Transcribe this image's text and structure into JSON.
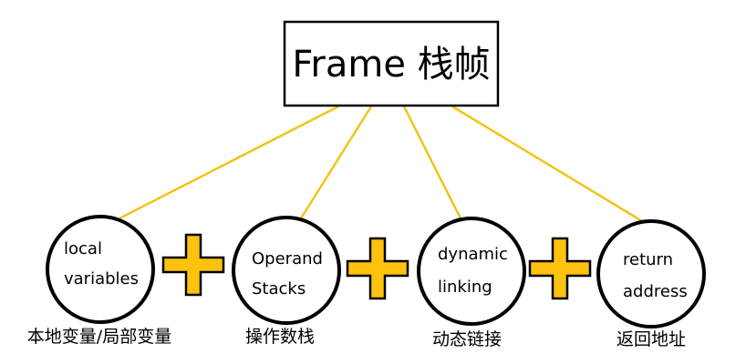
{
  "title": "Frame 栈帧",
  "nodes": [
    {
      "line1": "local",
      "line2": "variables",
      "caption": "本地变量/局部变量"
    },
    {
      "line1": "Operand",
      "line2": "Stacks",
      "caption": "操作数栈"
    },
    {
      "line1": "dynamic",
      "line2": "linking",
      "caption": "动态链接"
    },
    {
      "line1": "return",
      "line2": "address",
      "caption": "返回地址"
    }
  ],
  "colors": {
    "connector": "#F2C417",
    "plus_fill": "#FFC20E",
    "stroke": "#000000"
  },
  "plus_symbol": "plus-icon"
}
